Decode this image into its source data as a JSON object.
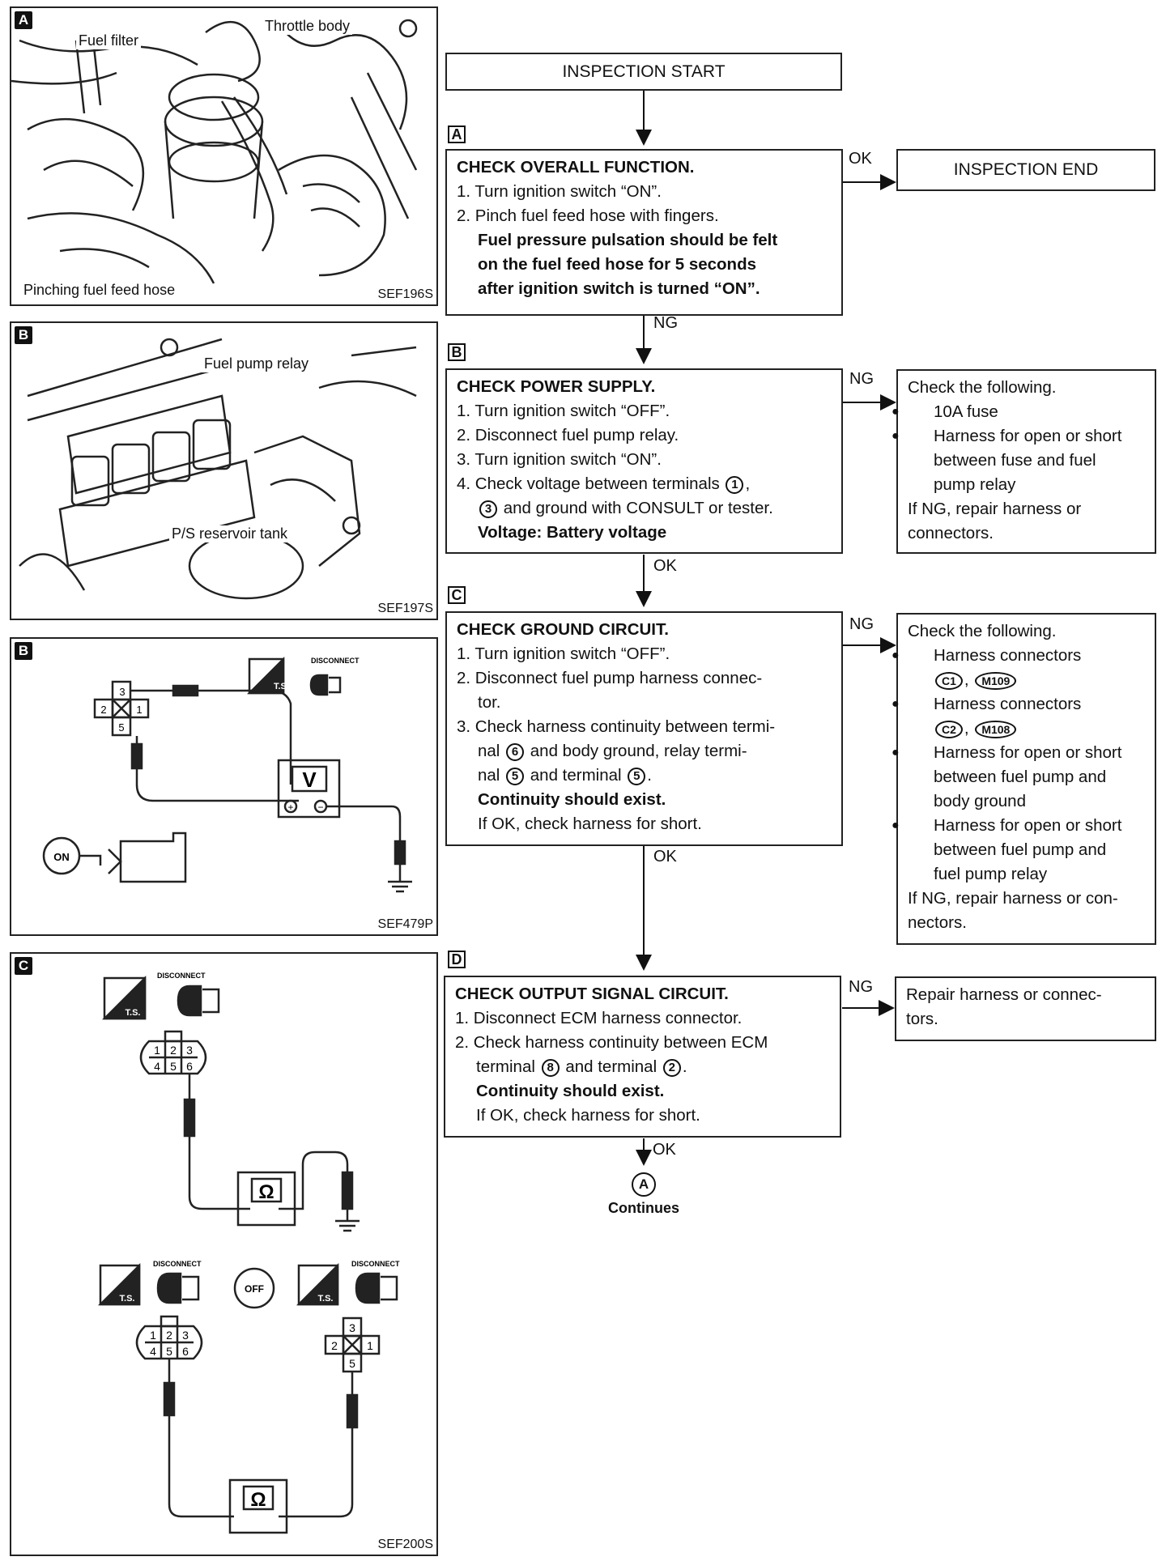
{
  "panels": {
    "a": {
      "tag": "A",
      "caption_top_left": "Fuel filter",
      "caption_top_right": "Throttle body",
      "caption_bottom": "Pinching fuel feed hose",
      "code": "SEF196S"
    },
    "b1": {
      "tag": "B",
      "caption_top": "Fuel pump relay",
      "caption_bottom": "P/S reservoir tank",
      "code": "SEF197S"
    },
    "b2": {
      "tag": "B",
      "ts": "T.S.",
      "disconnect": "DISCONNECT",
      "meter": "V",
      "key": "ON",
      "pins": [
        "3",
        "2",
        "1",
        "5"
      ],
      "code": "SEF479P"
    },
    "c": {
      "tag": "C",
      "ts": "T.S.",
      "disconnect": "DISCONNECT",
      "meter": "Ω",
      "key": "OFF",
      "pins6": [
        "1",
        "2",
        "3",
        "4",
        "5",
        "6"
      ],
      "pins4": [
        "3",
        "2",
        "1",
        "5"
      ],
      "code": "SEF200S"
    }
  },
  "flow": {
    "start": "INSPECTION START",
    "end": "INSPECTION END",
    "ok": "OK",
    "ng": "NG",
    "stepA": {
      "tag": "A",
      "title": "CHECK OVERALL FUNCTION.",
      "l1": "1. Turn ignition switch “ON”.",
      "l2": "2. Pinch fuel feed hose with fingers.",
      "b1": "Fuel pressure pulsation should be felt",
      "b2": "on the fuel feed hose for 5 seconds",
      "b3": "after ignition switch is turned “ON”."
    },
    "stepB": {
      "tag": "B",
      "title": "CHECK POWER SUPPLY.",
      "l1": "1. Turn ignition switch “OFF”.",
      "l2": "2. Disconnect fuel pump relay.",
      "l3": "3. Turn ignition switch “ON”.",
      "l4a": "4. Check voltage between terminals",
      "t1": "1",
      "l4b": ",",
      "t3": "3",
      "l5": "and ground with CONSULT or tester.",
      "b1": "Voltage: Battery voltage"
    },
    "resB": {
      "h": "Check the following.",
      "i1": "10A fuse",
      "i2a": "Harness for open or short",
      "i2b": "between fuse and fuel",
      "i2c": "pump relay",
      "n1": "If NG, repair harness or",
      "n2": "connectors."
    },
    "stepC": {
      "tag": "C",
      "title": "CHECK GROUND CIRCUIT.",
      "l1": "1. Turn ignition switch “OFF”.",
      "l2a": "2. Disconnect fuel pump harness connec-",
      "l2b": "tor.",
      "l3a": "3. Check harness continuity between termi-",
      "l3b1": "nal",
      "t6": "6",
      "l3b2": "and body ground, relay termi-",
      "l3c1": "nal",
      "t5a": "5",
      "l3c2": "and terminal",
      "t5b": "5",
      "l3c3": ".",
      "b1": "Continuity should exist.",
      "l4": "If OK, check harness for short."
    },
    "resC": {
      "h": "Check the following.",
      "i1": "Harness connectors",
      "c1": "C1",
      "m109": "M109",
      "i2": "Harness connectors",
      "c2": "C2",
      "m108": "M108",
      "i3a": "Harness for open or short",
      "i3b": "between fuel pump and",
      "i3c": "body ground",
      "i4a": "Harness for open or short",
      "i4b": "between fuel pump and",
      "i4c": "fuel pump relay",
      "n1": "If NG, repair harness or con-",
      "n2": "nectors."
    },
    "stepD": {
      "tag": "D",
      "title": "CHECK OUTPUT SIGNAL CIRCUIT.",
      "l1": "1. Disconnect ECM harness connector.",
      "l2a": "2. Check harness continuity between ECM",
      "l2b1": "terminal",
      "t8": "8",
      "l2b2": "and terminal",
      "t2": "2",
      "l2b3": ".",
      "b1": "Continuity should exist.",
      "l3": "If OK, check harness for short."
    },
    "resD": {
      "l1": "Repair harness or connec-",
      "l2": "tors."
    },
    "cont": {
      "mark": "A",
      "label": "Continues"
    }
  }
}
